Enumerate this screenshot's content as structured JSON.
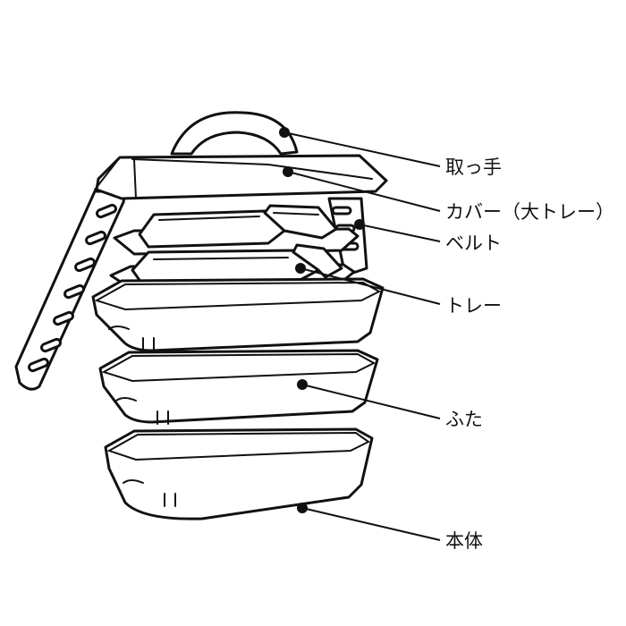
{
  "labels": {
    "handle": "取っ手",
    "cover": "カバー（大トレー）",
    "belt": "ベルト",
    "tray": "トレー",
    "lid": "ふた",
    "body": "本体"
  }
}
